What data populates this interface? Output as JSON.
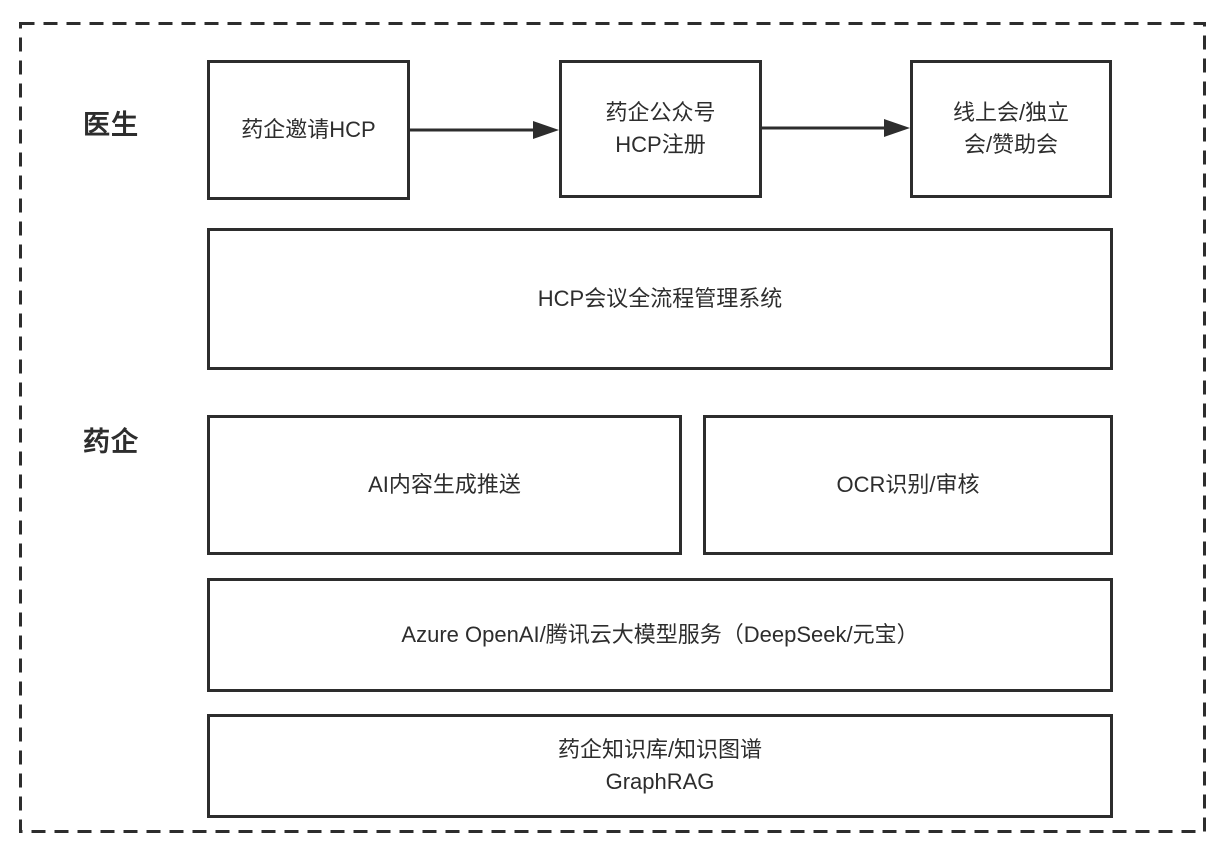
{
  "diagram": {
    "lanes": {
      "doctor_label": "医生",
      "pharma_label": "药企"
    },
    "nodes": {
      "invite_hcp": "药企邀请HCP",
      "official_account_register": "药企公众号\nHCP注册",
      "meetings": "线上会/独立\n会/赞助会",
      "hcp_meeting_system": "HCP会议全流程管理系统",
      "ai_content_push": "AI内容生成推送",
      "ocr_review": "OCR识别/审核",
      "llm_service": "Azure OpenAI/腾讯云大模型服务（DeepSeek/元宝）",
      "knowledge_base": "药企知识库/知识图谱\nGraphRAG"
    },
    "colors": {
      "line": "#2d2d2d",
      "text": "#2d2d2d",
      "background": "#ffffff"
    }
  }
}
